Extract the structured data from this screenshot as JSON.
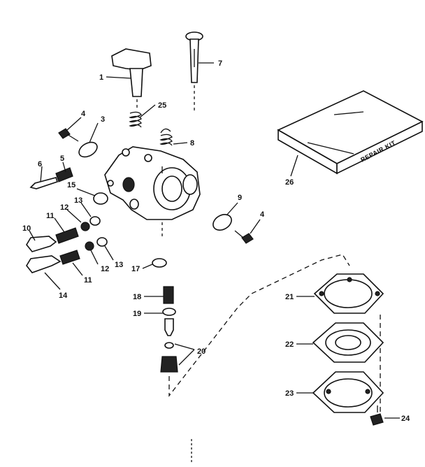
{
  "repair_kit_text": "REPAIR KIT",
  "callouts": [
    {
      "id": "1",
      "text": "1"
    },
    {
      "id": "3",
      "text": "3"
    },
    {
      "id": "4a",
      "text": "4"
    },
    {
      "id": "4b",
      "text": "4"
    },
    {
      "id": "5",
      "text": "5"
    },
    {
      "id": "6",
      "text": "6"
    },
    {
      "id": "7",
      "text": "7"
    },
    {
      "id": "8",
      "text": "8"
    },
    {
      "id": "9",
      "text": "9"
    },
    {
      "id": "10",
      "text": "10"
    },
    {
      "id": "11a",
      "text": "11"
    },
    {
      "id": "11b",
      "text": "11"
    },
    {
      "id": "12a",
      "text": "12"
    },
    {
      "id": "12b",
      "text": "12"
    },
    {
      "id": "13a",
      "text": "13"
    },
    {
      "id": "13b",
      "text": "13"
    },
    {
      "id": "14",
      "text": "14"
    },
    {
      "id": "15",
      "text": "15"
    },
    {
      "id": "17",
      "text": "17"
    },
    {
      "id": "18",
      "text": "18"
    },
    {
      "id": "19",
      "text": "19"
    },
    {
      "id": "20",
      "text": "20"
    },
    {
      "id": "21",
      "text": "21"
    },
    {
      "id": "22",
      "text": "22"
    },
    {
      "id": "23",
      "text": "23"
    },
    {
      "id": "24",
      "text": "24"
    },
    {
      "id": "25",
      "text": "25"
    },
    {
      "id": "26",
      "text": "26"
    }
  ]
}
